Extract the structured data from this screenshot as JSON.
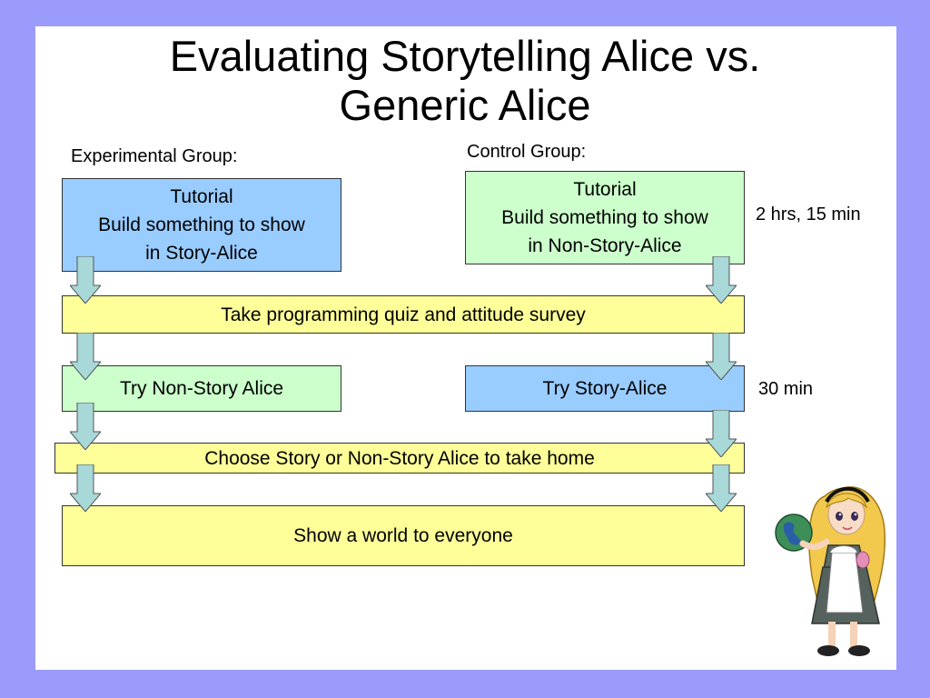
{
  "slide": {
    "title_line1": "Evaluating Storytelling Alice vs.",
    "title_line2": "Generic Alice",
    "experimental_label": "Experimental Group:",
    "control_label": "Control Group:",
    "exp_box": {
      "line1": "Tutorial",
      "line2": "Build something to show",
      "line3": "in Story-Alice"
    },
    "ctrl_box": {
      "line1": "Tutorial",
      "line2": "Build something to show",
      "line3": "in Non-Story-Alice"
    },
    "time_1": "2 hrs, 15 min",
    "quiz_box": "Take programming quiz and attitude survey",
    "try_exp": "Try Non-Story Alice",
    "try_ctrl": "Try Story-Alice",
    "time_2": "30 min",
    "choose_box": "Choose Story or Non-Story Alice to take home",
    "show_box": "Show a world to everyone"
  },
  "colors": {
    "background": "#9b9bfb",
    "blue_box": "#99ccff",
    "green_box": "#ccffcc",
    "yellow_box": "#ffff99",
    "arrow_fill": "#a8d8d8"
  },
  "illustration": "alice-character-holding-globe"
}
